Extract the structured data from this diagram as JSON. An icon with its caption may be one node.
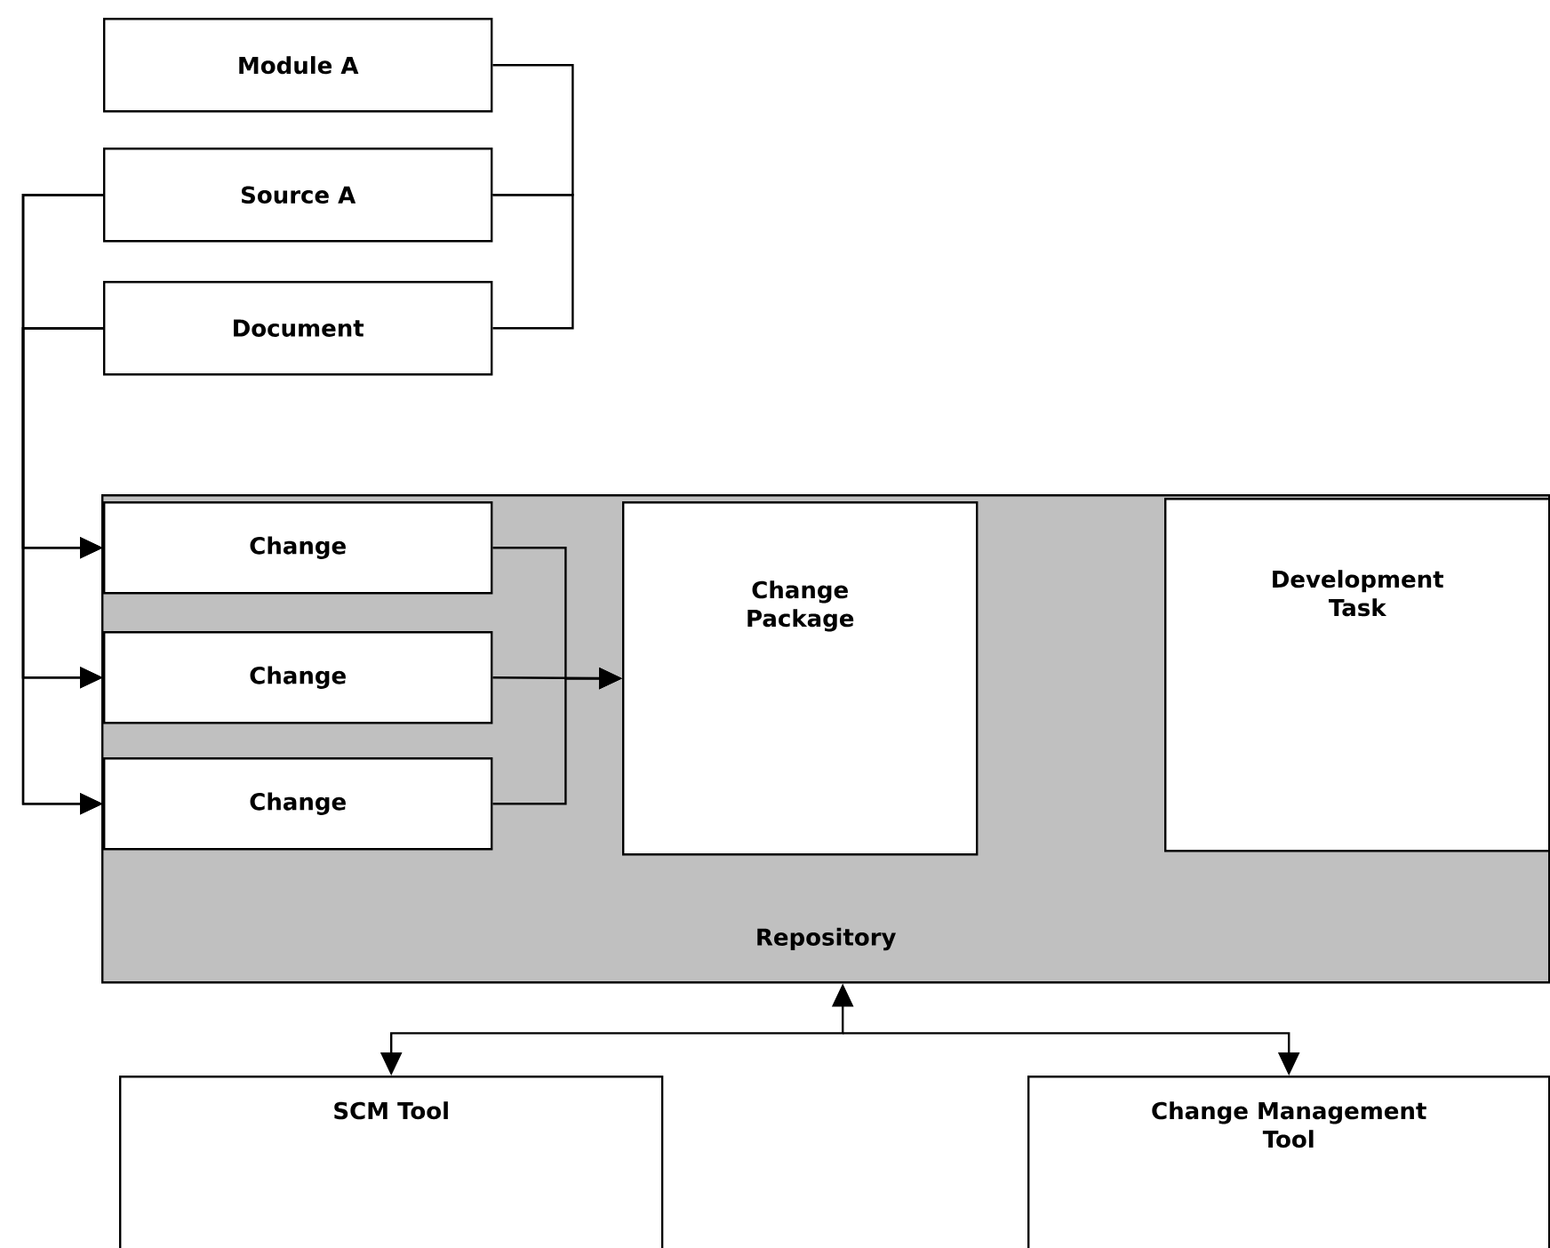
{
  "diagram": {
    "nodes": [
      {
        "text": [
          "Module A"
        ]
      },
      {
        "text": [
          "Source A"
        ]
      },
      {
        "text": [
          "Document"
        ]
      },
      {
        "text": [
          "Repository"
        ]
      },
      {
        "text": [
          "Change"
        ],
        "in": 3
      },
      {
        "text": [
          "Change"
        ],
        "in": 3
      },
      {
        "text": [
          "Change"
        ],
        "in": 3
      },
      {
        "text": [
          "Change Package"
        ],
        "in": 3
      },
      {
        "text": [
          "Development Task"
        ],
        "in": 3
      },
      {
        "text": [
          "SCM Tool"
        ]
      },
      {
        "text": [
          "Change Management Tool"
        ]
      }
    ],
    "edges": [
      {
        "from": 0,
        "to": 1,
        "arrow": "none"
      },
      {
        "from": 1,
        "to": 2,
        "arrow": "none"
      },
      {
        "from": 1,
        "to": 4,
        "arrow": "to"
      },
      {
        "from": 1,
        "to": 5,
        "arrow": "to"
      },
      {
        "from": 1,
        "to": 6,
        "arrow": "to"
      },
      {
        "from": 2,
        "to": 4,
        "arrow": "to"
      },
      {
        "from": 2,
        "to": 5,
        "arrow": "to"
      },
      {
        "from": 2,
        "to": 6,
        "arrow": "to"
      },
      {
        "from": 4,
        "to": 7,
        "arrow": "to"
      },
      {
        "from": 5,
        "to": 7,
        "arrow": "to"
      },
      {
        "from": 6,
        "to": 7,
        "arrow": "to"
      },
      {
        "from": 3,
        "to": 9,
        "arrow": "both"
      },
      {
        "from": 3,
        "to": 10,
        "arrow": "to"
      }
    ]
  }
}
